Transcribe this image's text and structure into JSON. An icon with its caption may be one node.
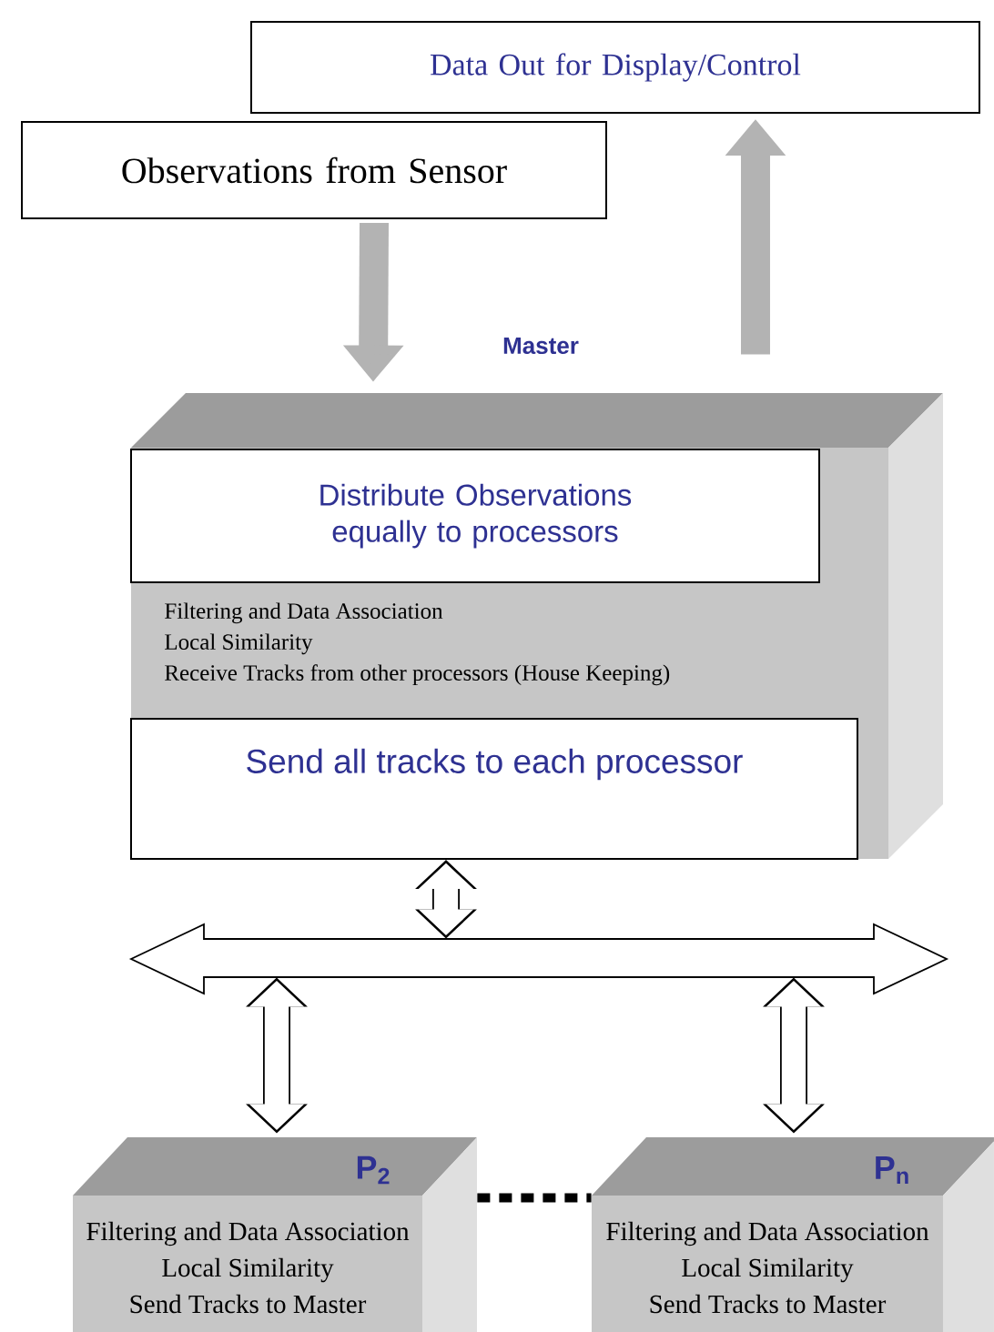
{
  "diagram": {
    "nodes": [
      {
        "text": [
          "Data Out for Display/Control"
        ]
      },
      {
        "text": [
          "Observations from Sensor"
        ]
      },
      {
        "text": [
          "Master",
          "Filtering and Data Association",
          "Local Similarity",
          "Receive Tracks from other processors (House Keeping)"
        ]
      },
      {
        "text": [
          "Distribute Observations equally to processors"
        ],
        "in": 2
      },
      {
        "text": [
          "Send all tracks to each processor"
        ],
        "in": 2
      },
      {
        "text": [],
        "shape": "arrow"
      },
      {
        "text": [
          "P$_{2}$",
          "Filtering and Data Association",
          "Local Similarity",
          "Send Tracks to Master"
        ]
      },
      {
        "text": [
          "P$_{n}$",
          "Filtering and Data Association",
          "Local Similarity",
          "Send Tracks to Master"
        ]
      }
    ],
    "edges": [
      {
        "from": 1,
        "to": 2,
        "arrow": "to",
        "color": "#b3b3b3"
      },
      {
        "from": 2,
        "to": 0,
        "arrow": "to",
        "color": "#b3b3b3"
      },
      {
        "from": 4,
        "to": 5,
        "arrow": "both"
      },
      {
        "from": 5,
        "to": 6,
        "arrow": "both"
      },
      {
        "from": 5,
        "to": 7,
        "arrow": "both"
      },
      {
        "from": 6,
        "to": 7,
        "arrow": "none",
        "style": "dashed"
      }
    ]
  }
}
